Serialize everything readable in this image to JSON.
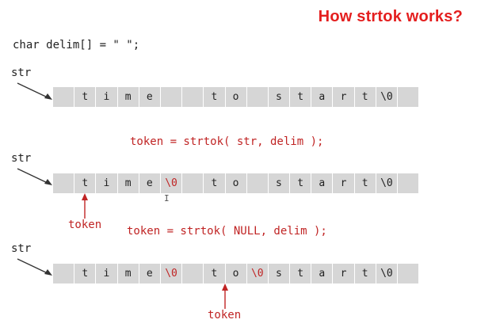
{
  "title": "How strtok works?",
  "declaration": "char delim[] = \" \";",
  "str_label": "str",
  "token_label": "token",
  "calls": [
    "token = strtok( str, delim );",
    "token = strtok( NULL, delim );"
  ],
  "rows": [
    [
      "",
      "t",
      "i",
      "m",
      "e",
      "",
      "",
      "t",
      "o",
      "",
      "s",
      "t",
      "a",
      "r",
      "t",
      "\\0",
      ""
    ],
    [
      "",
      "t",
      "i",
      "m",
      "e",
      "\\0",
      "",
      "t",
      "o",
      "",
      "s",
      "t",
      "a",
      "r",
      "t",
      "\\0",
      ""
    ],
    [
      "",
      "t",
      "i",
      "m",
      "e",
      "\\0",
      "",
      "t",
      "o",
      "\\0",
      "s",
      "t",
      "a",
      "r",
      "t",
      "\\0",
      ""
    ]
  ],
  "colors": {
    "title": "#e41e1e",
    "highlight": "#c02424",
    "cell_bg": "#d6d6d6"
  }
}
